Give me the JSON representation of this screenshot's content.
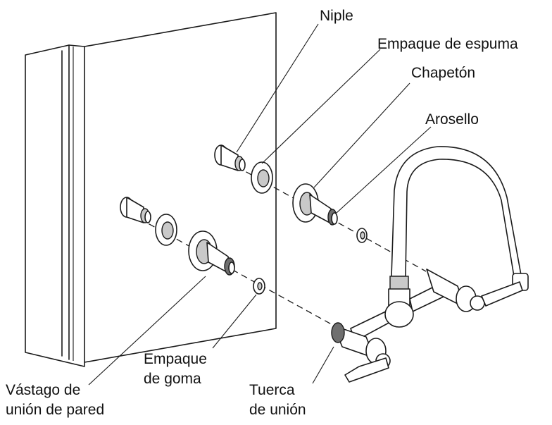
{
  "labels": {
    "niple": "Niple",
    "empaque_espuma": "Empaque de espuma",
    "chapeton": "Chapetón",
    "arosello": "Arosello",
    "empaque_goma_1": "Empaque",
    "empaque_goma_2": "de goma",
    "vastago_1": "Vástago de",
    "vastago_2": "unión de pared",
    "tuerca_1": "Tuerca",
    "tuerca_2": "de unión"
  }
}
